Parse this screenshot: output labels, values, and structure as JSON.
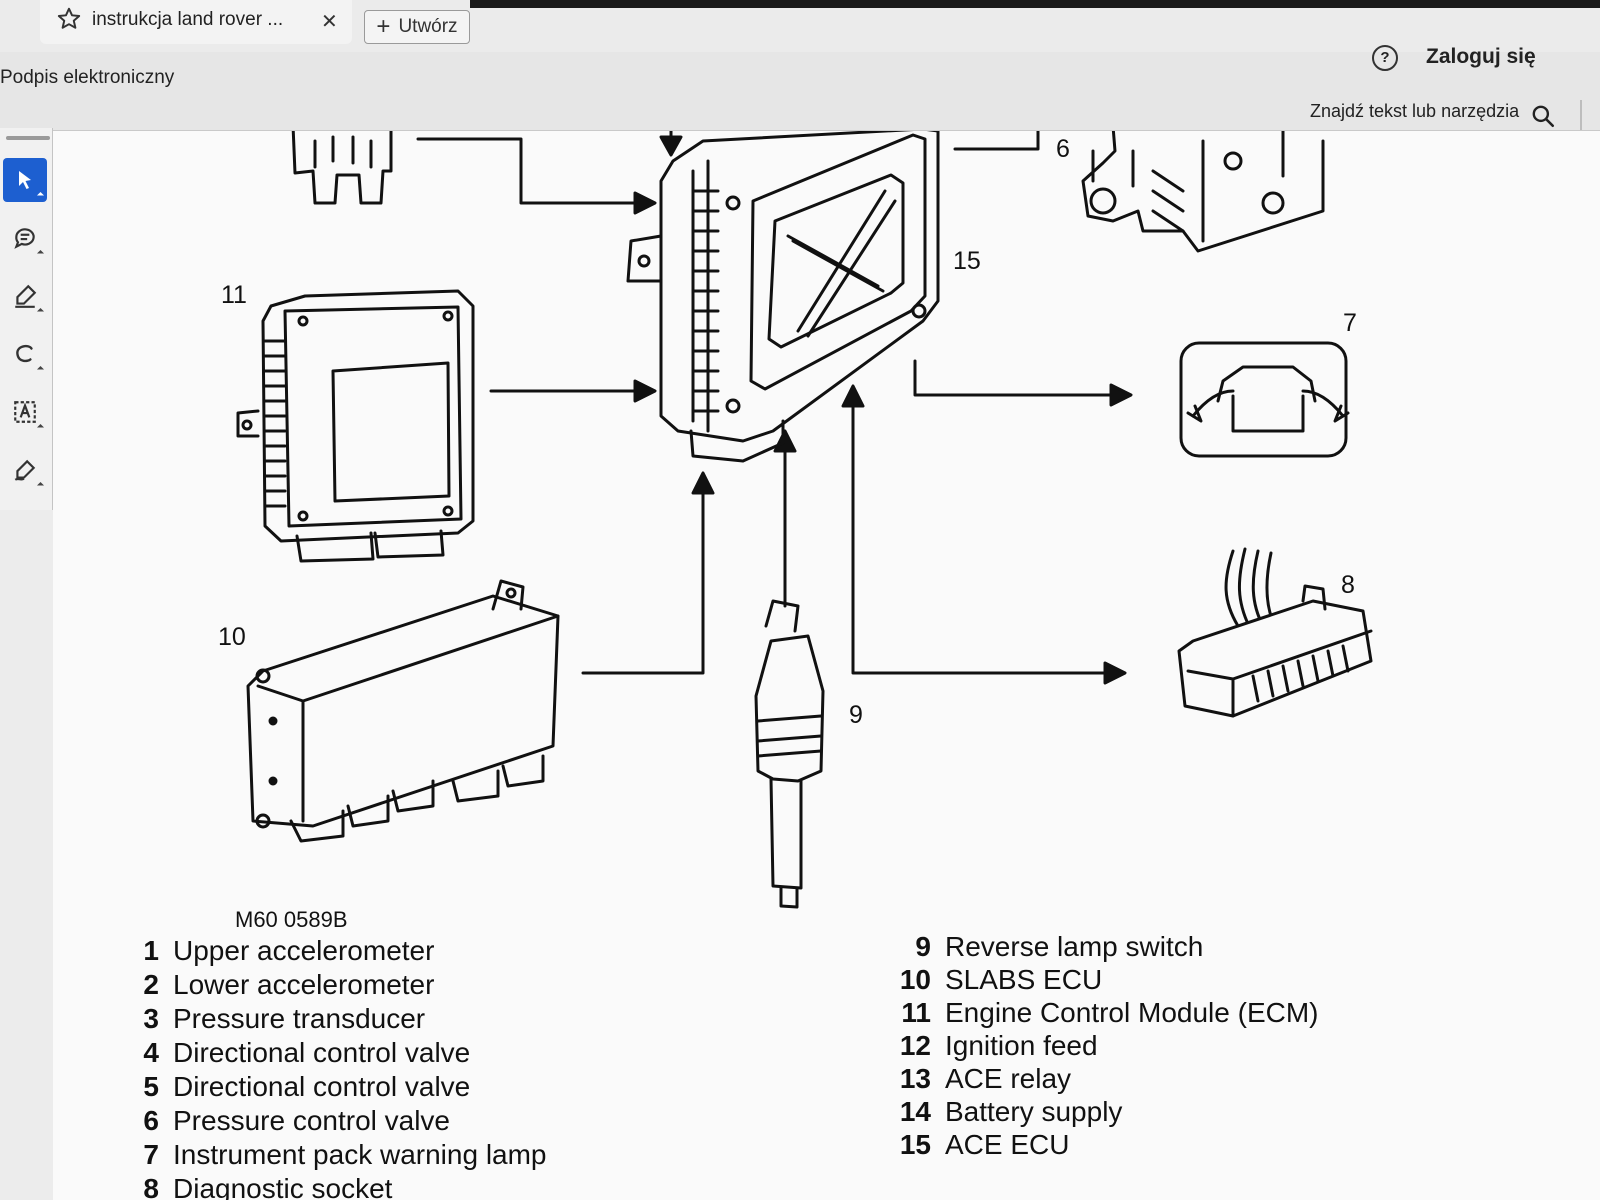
{
  "tab": {
    "title": "instrukcja  land rover ...",
    "close_symbol": "✕",
    "create_label": "Utwórz",
    "create_symbol": "+"
  },
  "toolbar": {
    "signature_label": "Podpis elektroniczny",
    "help_symbol": "?",
    "signin_label": "Zaloguj się",
    "find_label": "Znajdź tekst lub narzędzia"
  },
  "tools": [
    {
      "name": "select-tool",
      "icon": "cursor-arrow-icon",
      "active": true
    },
    {
      "name": "comment-tool",
      "icon": "speech-bubble-icon",
      "active": false
    },
    {
      "name": "highlight-tool",
      "icon": "pen-icon",
      "active": false
    },
    {
      "name": "draw-tool",
      "icon": "freehand-icon",
      "active": false
    },
    {
      "name": "text-tool",
      "icon": "text-box-icon",
      "active": false
    },
    {
      "name": "sign-tool",
      "icon": "signature-pen-icon",
      "active": false
    }
  ],
  "colors": {
    "accent": "#1d5fd0",
    "titlebar_dark": "#1a1a1a",
    "page": "#fafafa"
  },
  "diagram": {
    "callouts": [
      "6",
      "15",
      "11",
      "7",
      "10",
      "8",
      "9"
    ],
    "figure_ref": "M60 0589B"
  },
  "legend": {
    "left": [
      {
        "num": "1",
        "label": "Upper accelerometer"
      },
      {
        "num": "2",
        "label": "Lower accelerometer"
      },
      {
        "num": "3",
        "label": "Pressure transducer"
      },
      {
        "num": "4",
        "label": "Directional control valve"
      },
      {
        "num": "5",
        "label": "Directional control valve"
      },
      {
        "num": "6",
        "label": "Pressure control valve"
      },
      {
        "num": "7",
        "label": "Instrument pack warning lamp"
      },
      {
        "num": "8",
        "label": "Diagnostic socket"
      }
    ],
    "right": [
      {
        "num": "9",
        "label": "Reverse lamp switch"
      },
      {
        "num": "10",
        "label": "SLABS ECU"
      },
      {
        "num": "11",
        "label": "Engine Control Module (ECM)"
      },
      {
        "num": "12",
        "label": "Ignition feed"
      },
      {
        "num": "13",
        "label": "ACE relay"
      },
      {
        "num": "14",
        "label": "Battery supply"
      },
      {
        "num": "15",
        "label": "ACE ECU"
      }
    ]
  }
}
